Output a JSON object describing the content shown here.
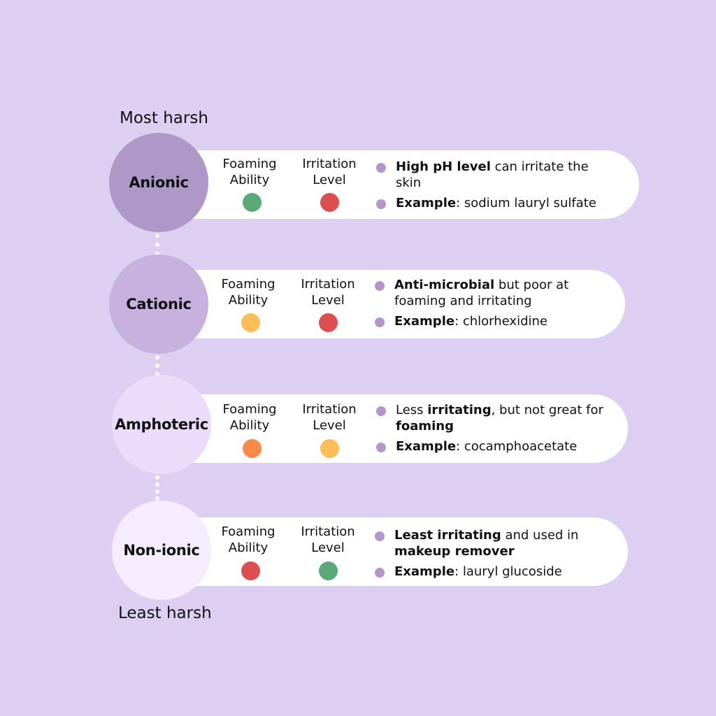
{
  "scale": {
    "top": "Most harsh",
    "bottom": "Least harsh"
  },
  "headers": {
    "foaming": [
      "Foaming",
      "Ability"
    ],
    "irritation": [
      "Irritation",
      "Level"
    ]
  },
  "colors": {
    "good": "#5aaa78",
    "medium": "#fdbe57",
    "moderate": "#fe8a4a",
    "bad": "#dd4f4f",
    "bullet": "#b596cc",
    "background": "#dccff2"
  },
  "rows": [
    {
      "name": "Anionic",
      "circle_color": "#ae98c7",
      "foaming_rating": "good",
      "irritation_rating": "bad",
      "bullet1": {
        "bold": "High pH level",
        "rest": " can irritate the skin"
      },
      "bullet2": {
        "bold": "Example",
        "rest": ": sodium lauryl sulfate"
      }
    },
    {
      "name": "Cationic",
      "circle_color": "#c6b1df",
      "foaming_rating": "medium",
      "irritation_rating": "bad",
      "bullet1": {
        "bold": "Anti-microbial",
        "rest": " but poor at foaming and irritating"
      },
      "bullet2": {
        "bold": "Example",
        "rest": ": chlorhexidine"
      }
    },
    {
      "name": "Amphoteric",
      "circle_color": "#ecdcfb",
      "foaming_rating": "moderate",
      "irritation_rating": "medium",
      "bullet1": {
        "pre": "Less ",
        "bold": "irritating",
        "rest": ", but not great for ",
        "bold2": "foaming"
      },
      "bullet2": {
        "bold": "Example",
        "rest": ": cocamphoacetate"
      }
    },
    {
      "name": "Non-ionic",
      "circle_color": "#f5edfd",
      "foaming_rating": "bad",
      "irritation_rating": "good",
      "bullet1": {
        "bold": "Least irritating",
        "rest": " and used in ",
        "bold2": "makeup remover"
      },
      "bullet2": {
        "bold": "Example",
        "rest": ": lauryl glucoside"
      }
    }
  ]
}
